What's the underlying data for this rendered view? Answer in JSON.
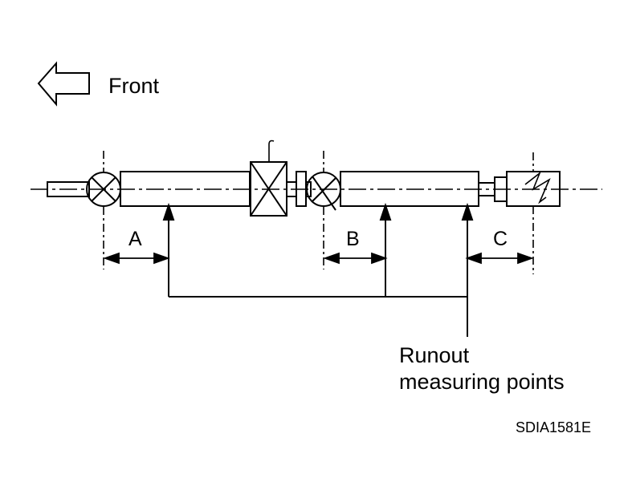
{
  "direction": {
    "label": "Front",
    "icon": "front-arrow-icon"
  },
  "dimensions": {
    "a": "A",
    "b": "B",
    "c": "C"
  },
  "callout": {
    "line1": "Runout",
    "line2": "measuring points"
  },
  "figure_code": "SDIA1581E",
  "colors": {
    "ink": "#000000",
    "background": "#ffffff"
  }
}
